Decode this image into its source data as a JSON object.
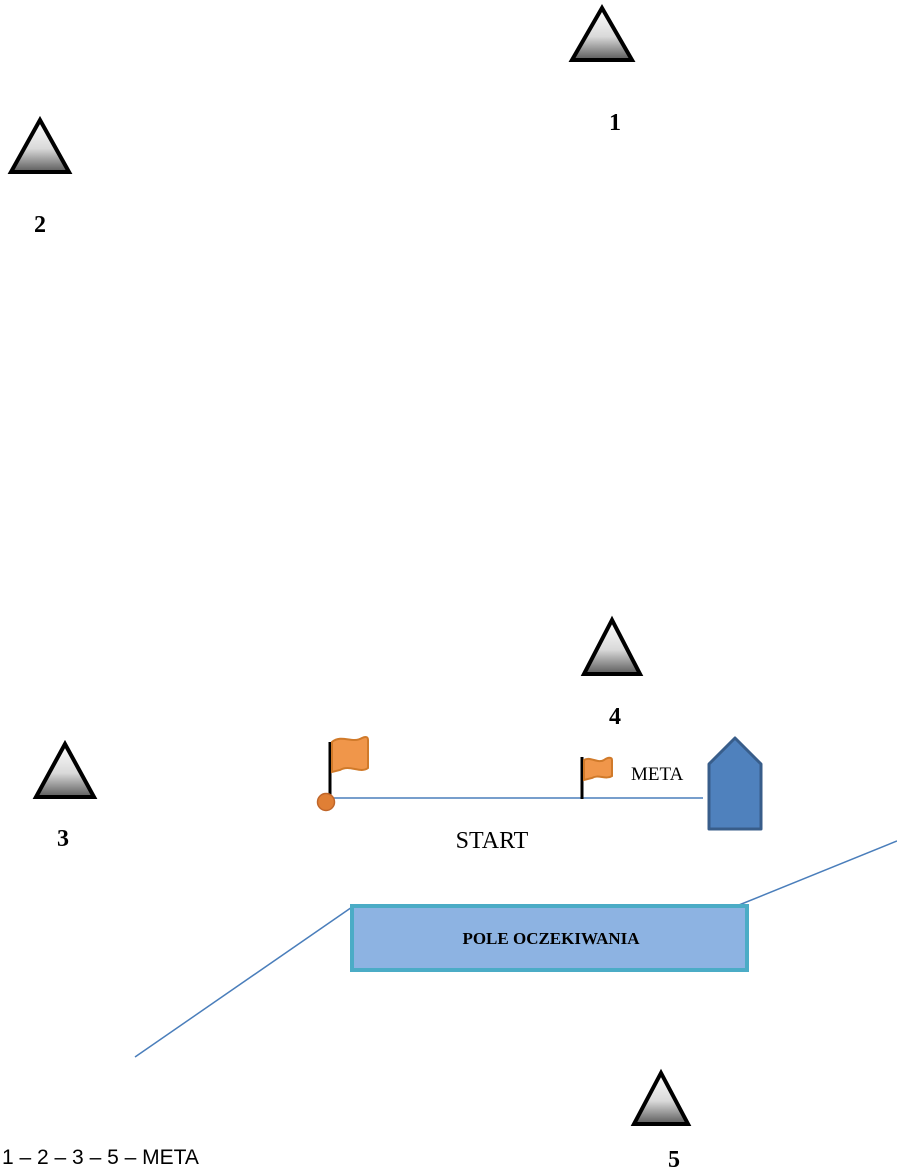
{
  "marks": [
    {
      "id": "1",
      "label": "1"
    },
    {
      "id": "2",
      "label": "2"
    },
    {
      "id": "3",
      "label": "3"
    },
    {
      "id": "4",
      "label": "4"
    },
    {
      "id": "5",
      "label": "5"
    }
  ],
  "start_label": "START",
  "finish_label": "META",
  "waiting_area_label": "POLE OCZEKIWANIA",
  "course_sequence": "1 – 2 – 3 – 5 – META",
  "icons": {
    "mark": "triangle-buoy-icon",
    "flag": "orange-flag-icon",
    "committee_boat": "committee-boat-icon"
  },
  "colors": {
    "flag": "#f0964a",
    "flag_outline": "#d07a2a",
    "pin_buoy": "#e07f35",
    "boat_fill": "#4f81bd",
    "boat_outline": "#385d8a",
    "line": "#4a7ebb",
    "waiting_area_fill": "#8db3e2",
    "waiting_area_border": "#4bacc6"
  }
}
